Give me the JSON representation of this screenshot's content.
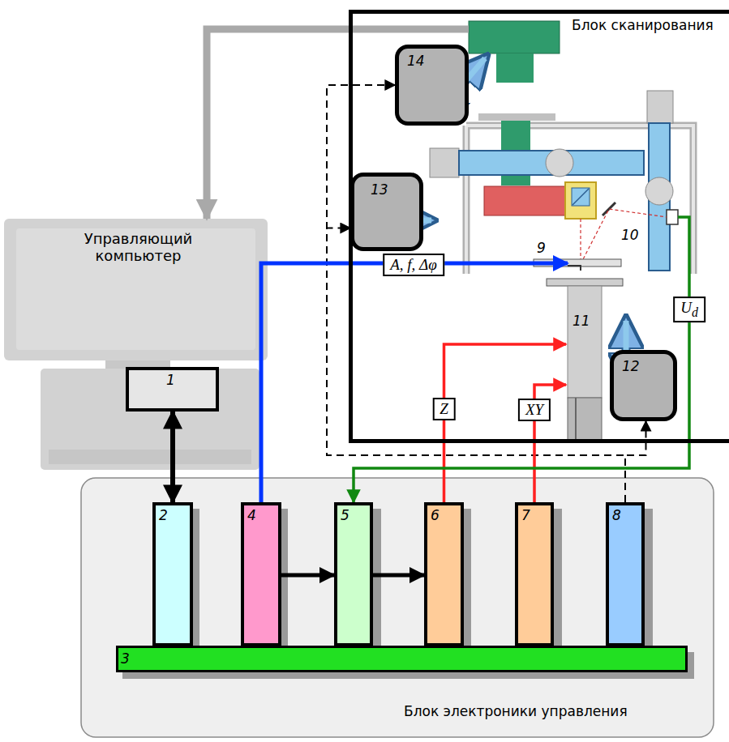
{
  "diagram": {
    "nodes": [
      {
        "text": [
          "Блок сканирования"
        ]
      },
      {
        "text": [
          "14"
        ],
        "in": 0
      },
      {
        "text": [
          "13"
        ],
        "in": 0
      },
      {
        "text": [
          "12"
        ],
        "in": 0
      },
      {
        "text": [
          "Управляющий компьютер"
        ]
      },
      {
        "text": [
          "1"
        ],
        "in": 4
      },
      {
        "text": [
          "Блок электроники управления"
        ]
      },
      {
        "text": [
          "2"
        ],
        "in": 6
      },
      {
        "text": [
          "4"
        ],
        "in": 6
      },
      {
        "text": [
          "5"
        ],
        "in": 6
      },
      {
        "text": [
          "6"
        ],
        "in": 6
      },
      {
        "text": [
          "7"
        ],
        "in": 6
      },
      {
        "text": [
          "8"
        ],
        "in": 6
      },
      {
        "text": [
          "3"
        ],
        "in": 6
      }
    ],
    "edges": [
      {
        "from": 5,
        "to": 7,
        "arrow": "both"
      },
      {
        "from": 8,
        "to": 9,
        "arrow": "to"
      },
      {
        "from": 9,
        "to": 10,
        "arrow": "to"
      },
      {
        "from": 12,
        "to": 1,
        "arrow": "to"
      },
      {
        "from": 12,
        "to": 2,
        "arrow": "to"
      },
      {
        "from": 12,
        "to": 3,
        "arrow": "to"
      },
      {
        "from": 0,
        "to": 4,
        "arrow": "to"
      },
      {
        "from": 8,
        "to": 0,
        "label": "A, f, Δφ",
        "arrow": "to"
      },
      {
        "from": 10,
        "to": 0,
        "label": "Z",
        "arrow": "to"
      },
      {
        "from": 11,
        "to": 0,
        "label": "XY",
        "arrow": "to"
      },
      {
        "from": 0,
        "to": 9,
        "label": "Ud",
        "arrow": "to"
      }
    ],
    "labels": [
      "9",
      "10",
      "11"
    ]
  }
}
